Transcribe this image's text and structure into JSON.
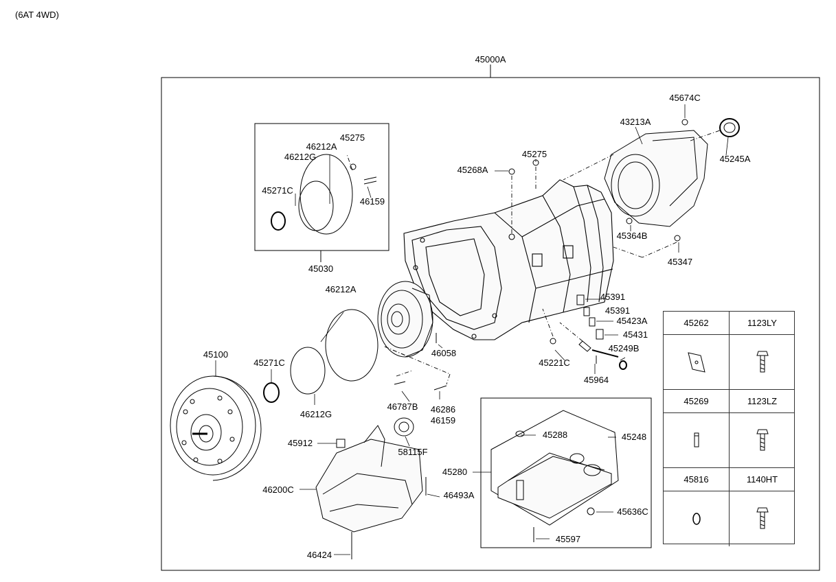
{
  "variant_label": "(6AT 4WD)",
  "assembly_label": "45000A",
  "part_labels": [
    "45674C",
    "43213A",
    "45245A",
    "45275",
    "45268A",
    "45364B",
    "45347",
    "46212A",
    "45275",
    "46212G",
    "45271C",
    "46159",
    "45030",
    "46212A",
    "45100",
    "45271C",
    "46058",
    "45391",
    "45391",
    "45423A",
    "45431",
    "45221C",
    "45249B",
    "45964",
    "46212G",
    "46787B",
    "46286",
    "46159",
    "58115F",
    "45912",
    "46200C",
    "46493A",
    "46424",
    "45288",
    "45248",
    "45280",
    "45636C",
    "45597"
  ],
  "legend": [
    {
      "code": "45262",
      "icon": "gasket-plate-icon"
    },
    {
      "code": "1123LY",
      "icon": "flange-bolt-icon"
    },
    {
      "code": "45269",
      "icon": "small-pin-icon"
    },
    {
      "code": "1123LZ",
      "icon": "flange-bolt-icon"
    },
    {
      "code": "45816",
      "icon": "o-ring-icon"
    },
    {
      "code": "1140HT",
      "icon": "flange-bolt-icon"
    }
  ]
}
